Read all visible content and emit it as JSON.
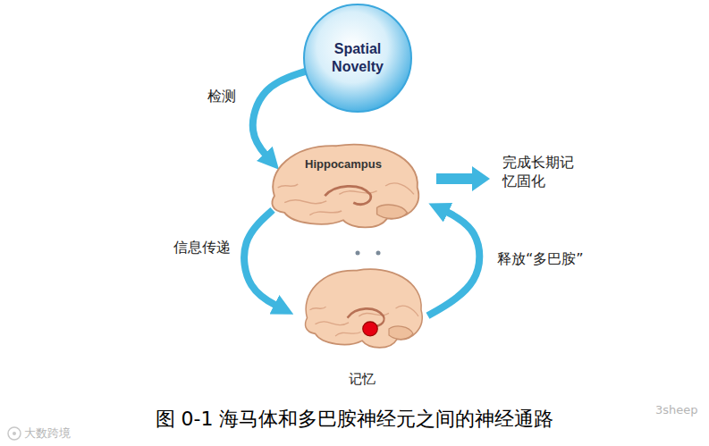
{
  "diagram": {
    "caption": "图 0-1 海马体和多巴胺神经元之间的神经通路",
    "nodes": [
      {
        "text": [
          "Spatial Novelty"
        ]
      },
      {
        "text": [
          "Hippocampus"
        ]
      },
      {
        "text": [
          "记忆"
        ]
      }
    ],
    "edges": [
      {
        "from": 0,
        "to": 1,
        "label": "检测",
        "arrow": "to"
      },
      {
        "from": 1,
        "to": 2,
        "label": "信息传递",
        "arrow": "to"
      },
      {
        "from": 2,
        "to": 1,
        "label": "释放“多巴胺”",
        "arrow": "to"
      }
    ],
    "labels": [
      "完成长期记忆固化",
      "大数跨境",
      "3sheep"
    ]
  }
}
